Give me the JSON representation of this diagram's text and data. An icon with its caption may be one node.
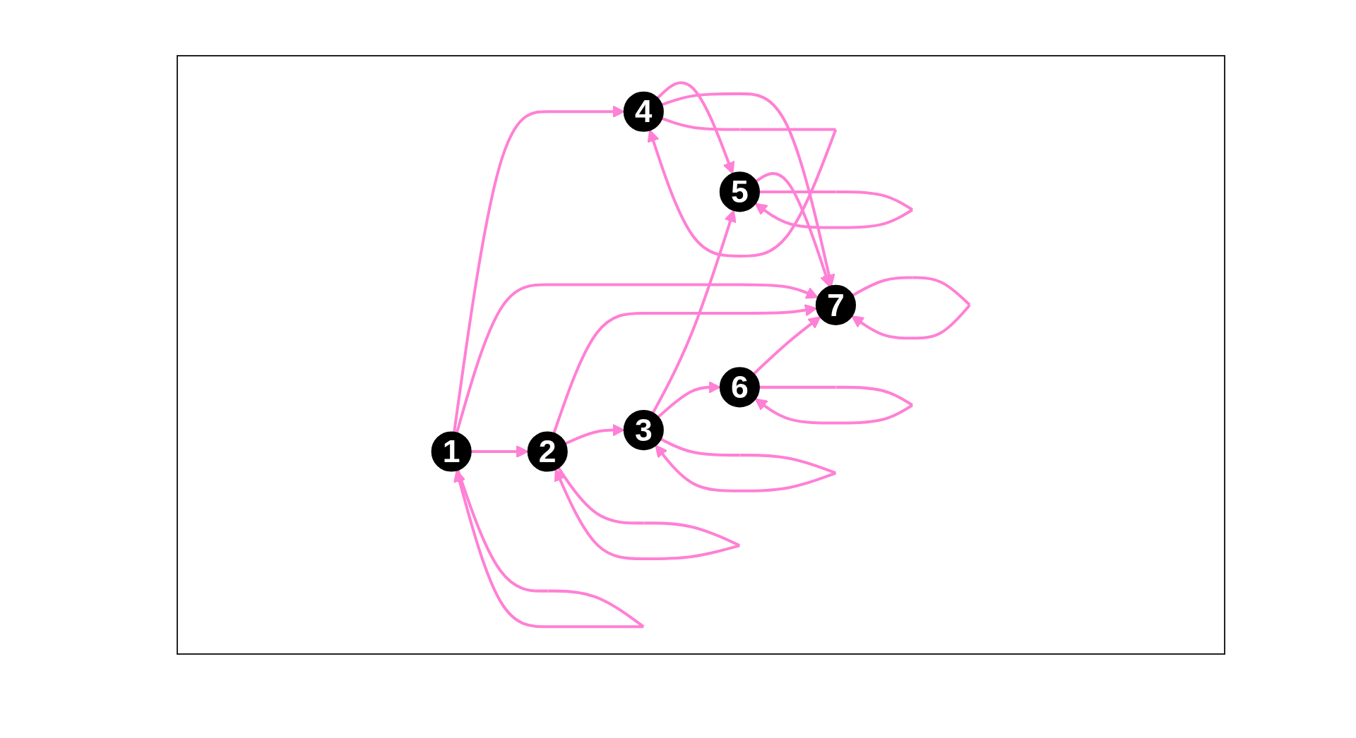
{
  "diagram": {
    "nodes": [
      {
        "text": [
          "1"
        ]
      },
      {
        "text": [
          "2"
        ]
      },
      {
        "text": [
          "3"
        ]
      },
      {
        "text": [
          "4"
        ]
      },
      {
        "text": [
          "5"
        ]
      },
      {
        "text": [
          "6"
        ]
      },
      {
        "text": [
          "7"
        ]
      }
    ],
    "edges": [
      {
        "from": 0,
        "to": 3,
        "arrow": "to"
      },
      {
        "from": 0,
        "to": 6,
        "arrow": "to"
      },
      {
        "from": 0,
        "to": 1,
        "arrow": "to"
      },
      {
        "from": 1,
        "to": 6,
        "arrow": "to"
      },
      {
        "from": 1,
        "to": 2,
        "arrow": "to"
      },
      {
        "from": 2,
        "to": 4,
        "arrow": "to"
      },
      {
        "from": 2,
        "to": 5,
        "arrow": "to"
      },
      {
        "from": 3,
        "to": 4,
        "arrow": "to"
      },
      {
        "from": 3,
        "to": 6,
        "arrow": "to"
      },
      {
        "from": 4,
        "to": 6,
        "arrow": "to"
      },
      {
        "from": 5,
        "to": 6,
        "arrow": "to"
      },
      {
        "from": 0,
        "to": 0,
        "arrow": "to"
      },
      {
        "from": 1,
        "to": 1,
        "arrow": "to"
      },
      {
        "from": 2,
        "to": 2,
        "arrow": "to"
      },
      {
        "from": 3,
        "to": 3,
        "arrow": "to"
      },
      {
        "from": 4,
        "to": 4,
        "arrow": "to"
      },
      {
        "from": 5,
        "to": 5,
        "arrow": "to"
      },
      {
        "from": 6,
        "to": 6,
        "arrow": "to"
      }
    ]
  }
}
